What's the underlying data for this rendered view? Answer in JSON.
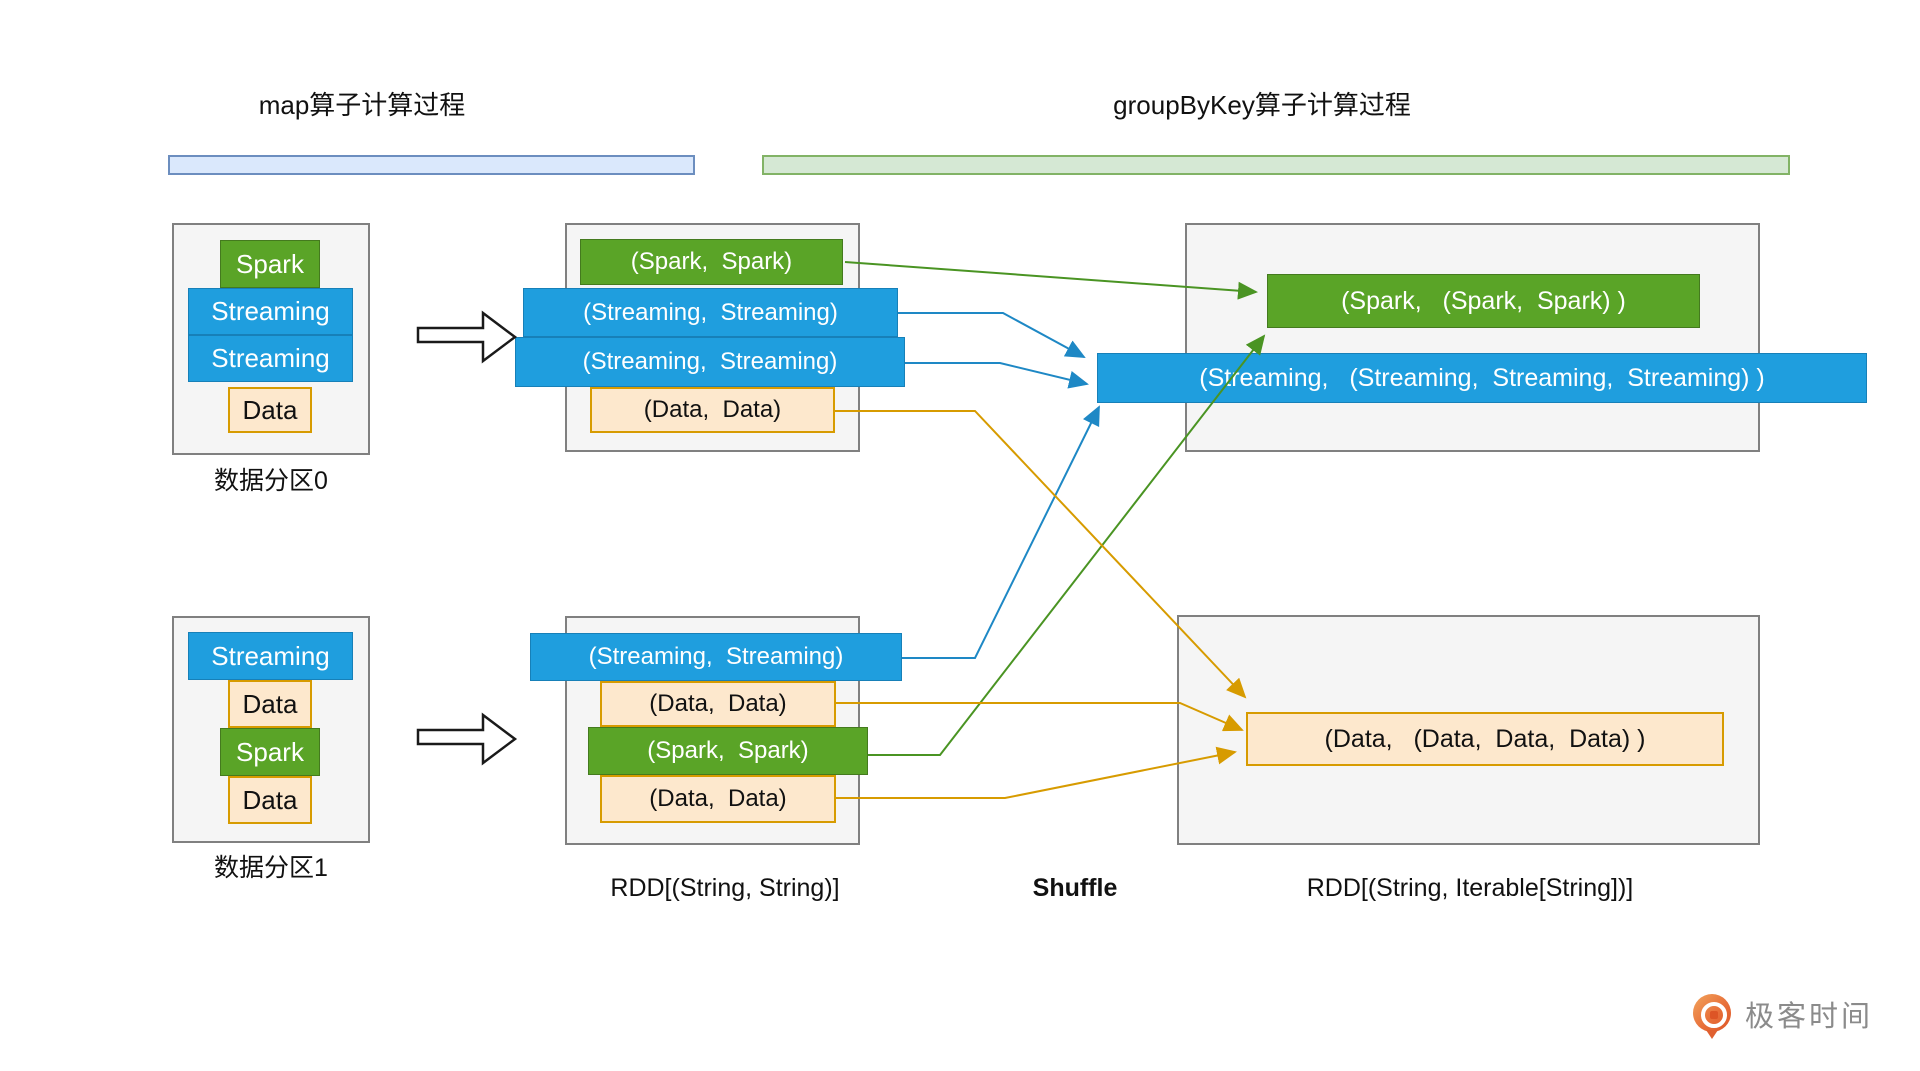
{
  "header": {
    "map_title": "map算子计算过程",
    "groupbykey_title": "groupByKey算子计算过程"
  },
  "partitions": [
    {
      "label": "数据分区0",
      "rows": [
        {
          "text": "Spark",
          "type": "green"
        },
        {
          "text": "Streaming",
          "type": "blue"
        },
        {
          "text": "Streaming",
          "type": "blue"
        },
        {
          "text": "Data",
          "type": "cream"
        }
      ]
    },
    {
      "label": "数据分区1",
      "rows": [
        {
          "text": "Streaming",
          "type": "blue"
        },
        {
          "text": "Data",
          "type": "cream"
        },
        {
          "text": "Spark",
          "type": "green"
        },
        {
          "text": "Data",
          "type": "cream"
        }
      ]
    }
  ],
  "rdd_partitions": [
    {
      "rows": [
        {
          "text": "(Spark,  Spark)",
          "type": "green"
        },
        {
          "text": "(Streaming,  Streaming)",
          "type": "blue"
        },
        {
          "text": "(Streaming,  Streaming)",
          "type": "blue"
        },
        {
          "text": "(Data,  Data)",
          "type": "cream"
        }
      ]
    },
    {
      "rows": [
        {
          "text": "(Streaming,  Streaming)",
          "type": "blue"
        },
        {
          "text": "(Data,  Data)",
          "type": "cream"
        },
        {
          "text": "(Spark,  Spark)",
          "type": "green"
        },
        {
          "text": "(Data,  Data)",
          "type": "cream"
        }
      ]
    }
  ],
  "results": {
    "spark": "(Spark,   (Spark,  Spark) )",
    "streaming": "(Streaming,   (Streaming,  Streaming,  Streaming) )",
    "data": "(Data,   (Data,  Data,  Data) )"
  },
  "captions": {
    "rdd_left": "RDD[(String, String)]",
    "shuffle": "Shuffle",
    "rdd_right": "RDD[(String, Iterable[String])]"
  },
  "logo": {
    "icon": "geektime-pin-icon",
    "text": "极客时间"
  },
  "colors": {
    "green_fill": "#5aa427",
    "blue_fill": "#1f9ede",
    "cream_fill": "#fde8cd",
    "cream_border": "#d79b00",
    "container_fill": "#f5f5f5",
    "container_border": "#808080",
    "bar_blue_fill": "#dae8fc",
    "bar_blue_border": "#6c8ebf",
    "bar_green_fill": "#d5e8d4",
    "bar_green_border": "#82b366",
    "arrow_blue": "#1e88c5",
    "arrow_green": "#4a9423",
    "arrow_orange": "#d79b00",
    "logo_orange": "#e8703a",
    "logo_text_gray": "#8b8b8b"
  }
}
